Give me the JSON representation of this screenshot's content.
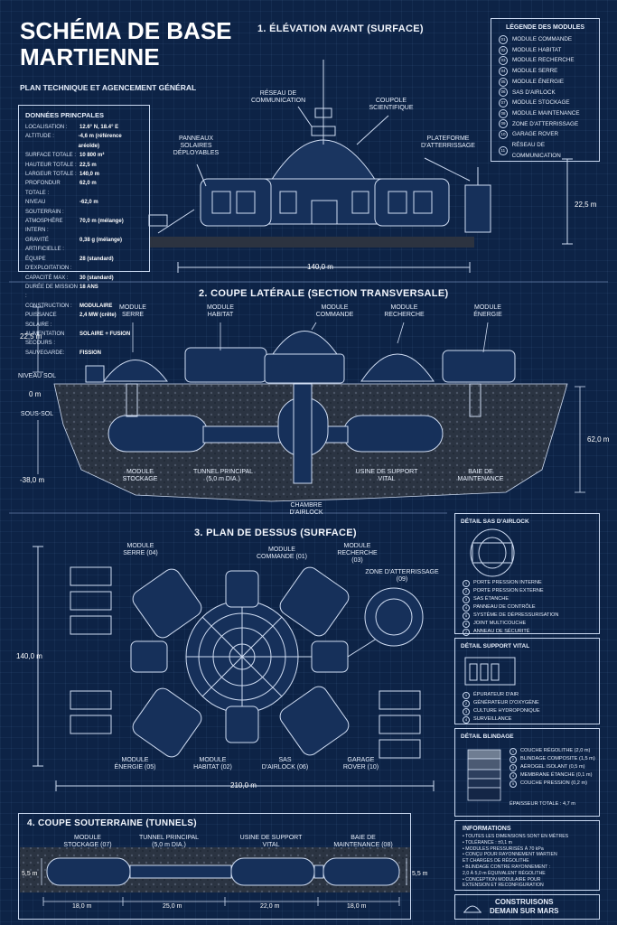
{
  "header": {
    "title_line1": "SCHÉMA DE BASE",
    "title_line2": "MARTIENNE",
    "subtitle": "PLAN TECHNIQUE ET AGENCEMENT GÉNÉRAL"
  },
  "main_data": {
    "title": "DONNÉES PRINCPALES",
    "rows": [
      {
        "k": "LOCALISATION :",
        "v": "12.6° N, 18.4° E"
      },
      {
        "k": "ALTITUDE :",
        "v": "-4,6 m (référence aréoïde)"
      },
      {
        "k": "SURFACE TOTALE :",
        "v": "10 800 m²"
      },
      {
        "k": "HAUTEUR TOTALE :",
        "v": "22,5 m"
      },
      {
        "k": "LARGEUR TOTALE :",
        "v": "140,0 m"
      },
      {
        "k": "PROFONDUR TOTALE :",
        "v": "62,0 m"
      },
      {
        "k": "NIVEAU SOUTERRAIN :",
        "v": "-62,0 m"
      },
      {
        "k": "ATMOSPHÈRE INTERN :",
        "v": "70,0 m (mélange)"
      },
      {
        "k": "GRAVITÉ ARTIFICIELLE :",
        "v": "0,38 g (mélange)"
      },
      {
        "k": "ÉQUIPE D'EXPLOITATION :",
        "v": "28 (standard)"
      },
      {
        "k": "CAPACITÉ MAX :",
        "v": "30 (standard)"
      },
      {
        "k": "DURÉE DE MISSION :",
        "v": "18 ANS"
      },
      {
        "k": "CONSTRUCTION :",
        "v": "MODULAIRE"
      },
      {
        "k": "PUISSANCE SOLAIRE :",
        "v": "2,4 MW (crête)"
      },
      {
        "k": "ALIMENTATION SECOURS :",
        "v": "SOLAIRE + FUSION"
      },
      {
        "k": "SAUVEGARDE:",
        "v": "FISSION"
      }
    ]
  },
  "legend": {
    "title": "LÉGENDE DES MODULES",
    "items": [
      {
        "num": "01",
        "label": "MODULE COMMANDE"
      },
      {
        "num": "02",
        "label": "MODULE HABITAT"
      },
      {
        "num": "03",
        "label": "MODULE RECHERCHE"
      },
      {
        "num": "04",
        "label": "MODULE SERRE"
      },
      {
        "num": "05",
        "label": "MODULE ÉNERGIE"
      },
      {
        "num": "06",
        "label": "SAS D'AIRLOCK"
      },
      {
        "num": "07",
        "label": "MODULE STOCKAGE"
      },
      {
        "num": "08",
        "label": "MODULE MAINTENANCE"
      },
      {
        "num": "09",
        "label": "ZONE D'ATTERRISSAGE"
      },
      {
        "num": "10",
        "label": "GARAGE ROVER"
      },
      {
        "num": "11",
        "label": "RÉSEAU DE COMMUNICATION"
      }
    ]
  },
  "section1": {
    "title": "1. ÉLÉVATION AVANT (SURFACE)",
    "label_reseau": "RÉSEAU DE\nCOMMUNICATION",
    "label_coupole": "COUPOLE\nSCIENTIFIQUE",
    "label_panneaux": "PANNEAUX\nSOLAIRES\nDÉPLOYABLES",
    "label_plateforme": "PLATEFORME\nD'ATTERRISSAGE",
    "height": "22,5 m",
    "width": "140,0 m"
  },
  "section2": {
    "title": "2. COUPE LATÉRALE (SECTION TRANSVERSALE)",
    "label_serre": "MODULE\nSERRE",
    "label_habitat": "MODULE\nHABITAT",
    "label_commande": "MODULE\nCOMMANDE",
    "label_recherche": "MODULE\nRECHERCHE",
    "label_energie": "MODULE\nÉNERGIE",
    "label_stockage": "MODULE\nSTOCKAGE",
    "label_tunnel": "TUNNEL PRINCIPAL\n(5,0 m DIA.)",
    "label_chambre": "CHAMBRE\nD'AIRLOCK",
    "label_usine": "USINE DE SUPPORT\nVITAL",
    "label_baie": "BAIE DE\nMAINTENANCE",
    "height": "22,5 m",
    "niveau_sol": "NIVEAU SOL",
    "zero": "0 m",
    "sous_sol": "SOUS-SOL",
    "depth_neg": "-38,0 m",
    "depth": "62,0 m"
  },
  "section3": {
    "title": "3. PLAN DE DESSUS (SURFACE)",
    "label_serre": "MODULE\nSERRE (04)",
    "label_commande": "MODULE\nCOMMANDE (01)",
    "label_recherche": "MODULE\nRECHERCHE\n(03)",
    "label_zone": "ZONE D'ATTERRISSAGE\n(09)",
    "label_energie": "MODULE\nÉNERGIE (05)",
    "label_habitat": "MODULE\nHABITAT (02)",
    "label_sas": "SAS\nD'AIRLOCK (06)",
    "label_garage": "GARAGE\nROVER (10)",
    "height": "140,0 m",
    "width": "210,0 m"
  },
  "airlock_detail": {
    "title": "DÉTAIL SAS D'AIRLOCK",
    "items": [
      {
        "num": "1",
        "label": "PORTE PRESSION INTERNE"
      },
      {
        "num": "2",
        "label": "PORTE PRESSION EXTERNE"
      },
      {
        "num": "3",
        "label": "SAS ÉTANCHE"
      },
      {
        "num": "4",
        "label": "PANNEAU DE CONTRÔLE"
      },
      {
        "num": "5",
        "label": "SYSTÈME DE DÉPRESSURISATION"
      },
      {
        "num": "6",
        "label": "JOINT MULTICOUCHE"
      },
      {
        "num": "7",
        "label": "ANNEAU DE SÉCURITÉ"
      }
    ]
  },
  "support_detail": {
    "title": "DÉTAIL SUPPORT VITAL",
    "items": [
      {
        "num": "1",
        "label": "ÉPURATEUR D'AIR"
      },
      {
        "num": "2",
        "label": "GÉNÉRATEUR D'OXYGÈNE"
      },
      {
        "num": "3",
        "label": "CULTURE HYDROPONIQUE"
      },
      {
        "num": "4",
        "label": "SURVEILLANCE"
      }
    ]
  },
  "blindage_detail": {
    "title": "DÉTAIL BLINDAGE",
    "items": [
      {
        "num": "1",
        "label": "COUCHE RÉGOLITHE (2,0 m)"
      },
      {
        "num": "2",
        "label": "BLINDAGE COMPOSITE (1,5 m)"
      },
      {
        "num": "3",
        "label": "AÉROGEL ISOLANT (0,5 m)"
      },
      {
        "num": "4",
        "label": "MEMBRANE ÉTANCHE (0,1 m)"
      },
      {
        "num": "5",
        "label": "COUCHE PRESSION (0,2 m)"
      }
    ],
    "total": "ÉPAISSEUR TOTALE : 4,7 m"
  },
  "info": {
    "title": "INFORMATIONS",
    "items": [
      "• TOUTES LES DIMENSIONS SONT EN MÈTRES",
      "• TOLÉRANCE : ±0,1 m",
      "• MODULES PRESSURISÉS À 70 kPa",
      "• CONÇU POUR RAYONNEMENT MARTIEN",
      "  ET CHARGES DE RÉGOLITHE",
      "• BLINDAGE CONTRE RAYONNEMENT :",
      "  2,0 À 5,0 m ÉQUIVALENT RÉGOLITHE",
      "• CONCEPTION MODULAIRE POUR",
      "  EXTENSION ET RECONFIGURATION"
    ]
  },
  "badge": {
    "line1": "CONSTRUISONS",
    "line2": "DEMAIN SUR MARS"
  },
  "section4": {
    "title": "4. COUPE SOUTERRAINE (TUNNELS)",
    "label_stockage": "MODULE\nSTOCKAGE (07)",
    "label_tunnel": "TUNNEL PRINCIPAL\n(5,0 m DIA.)",
    "label_usine": "USINE DE SUPPORT\nVITAL",
    "label_baie": "BAIE DE\nMAINTENANCE (08)",
    "height_left": "5,5 m",
    "height_right": "5,5 m",
    "segments": [
      "18,0 m",
      "25,0 m",
      "22,0 m",
      "18,0 m"
    ]
  }
}
